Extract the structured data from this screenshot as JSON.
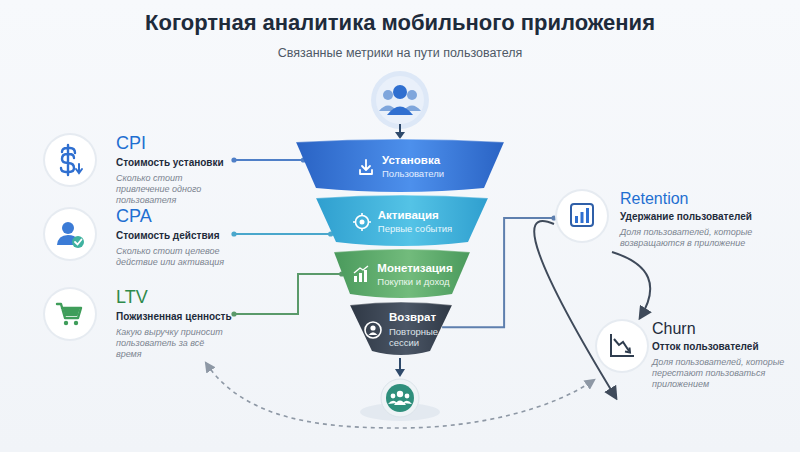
{
  "diagram": {
    "title": "Когортная аналитика мобильного приложения",
    "caption": "Связанные метрики на пути пользователя",
    "nodes": [
      {
        "text": [
          "CPI",
          "Стоимость установки",
          "Сколько стоит привлечение одного пользователя"
        ]
      },
      {
        "text": [
          "CPA",
          "Стоимость действия",
          "Сколько стоит целевое действие или активация"
        ]
      },
      {
        "text": [
          "LTV",
          "Пожизненная ценность",
          "Какую выручку приносит пользователь за всё время"
        ]
      },
      {
        "text": [
          "Установка",
          "Пользователи"
        ]
      },
      {
        "text": [
          "Активация",
          "Первые события"
        ]
      },
      {
        "text": [
          "Монетизация",
          "Покупки и доход"
        ]
      },
      {
        "text": [
          "Возврат",
          "Повторные сессии"
        ]
      },
      {
        "text": [
          "Retention",
          "Удержание пользователей",
          "Доля пользователей, которые возвращаются в приложение"
        ]
      },
      {
        "text": [
          "Churn",
          "Отток пользователей",
          "Доля пользователей, которые перестают пользоваться приложением"
        ]
      }
    ],
    "edges": [
      {
        "from": 0,
        "to": 3,
        "arrow": "none"
      },
      {
        "from": 1,
        "to": 4,
        "arrow": "none"
      },
      {
        "from": 2,
        "to": 5,
        "arrow": "none"
      },
      {
        "from": 6,
        "to": 7,
        "arrow": "none"
      },
      {
        "from": 7,
        "to": 8,
        "arrow": "to"
      },
      {
        "from": 8,
        "to": 7,
        "arrow": "to"
      },
      {
        "from": 2,
        "to": 8,
        "arrow": "both"
      }
    ]
  }
}
